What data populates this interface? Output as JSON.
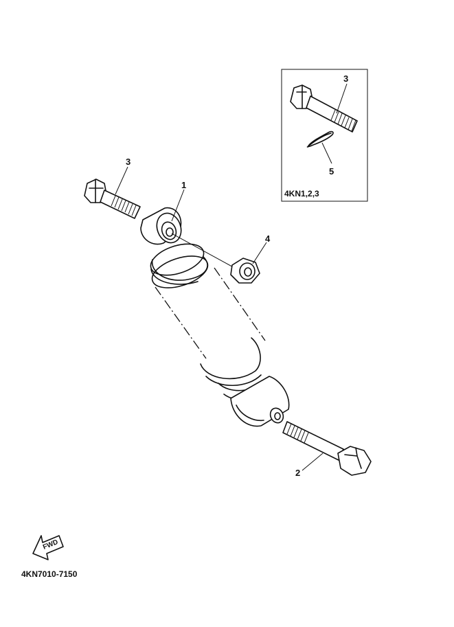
{
  "callouts": {
    "shock_absorber": "1",
    "lower_bolt": "2",
    "upper_bolt": "3",
    "inset_bolt": "3",
    "collar_nut": "4",
    "clip_pin": "5"
  },
  "inset": {
    "caption": "4KN1,2,3"
  },
  "fwd_arrow": {
    "label": "FWD"
  },
  "drawing_code": "4KN7010-7150"
}
